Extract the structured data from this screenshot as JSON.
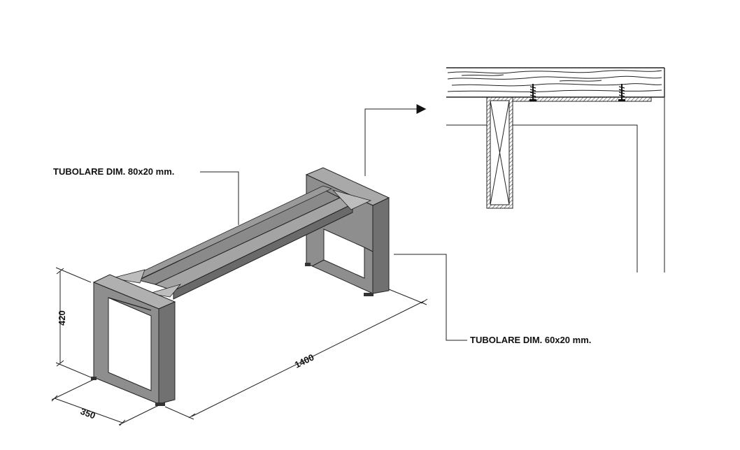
{
  "labels": {
    "top_tube": "TUBOLARE DIM. 80x20 mm.",
    "bottom_tube": "TUBOLARE DIM. 60x20 mm."
  },
  "dimensions": {
    "height": "420",
    "length": "1400",
    "depth": "350"
  },
  "colors": {
    "steel_front": "#8e8e8e",
    "steel_dark": "#6f6f6f",
    "steel_light": "#b4b4b4",
    "line": "#222222"
  }
}
